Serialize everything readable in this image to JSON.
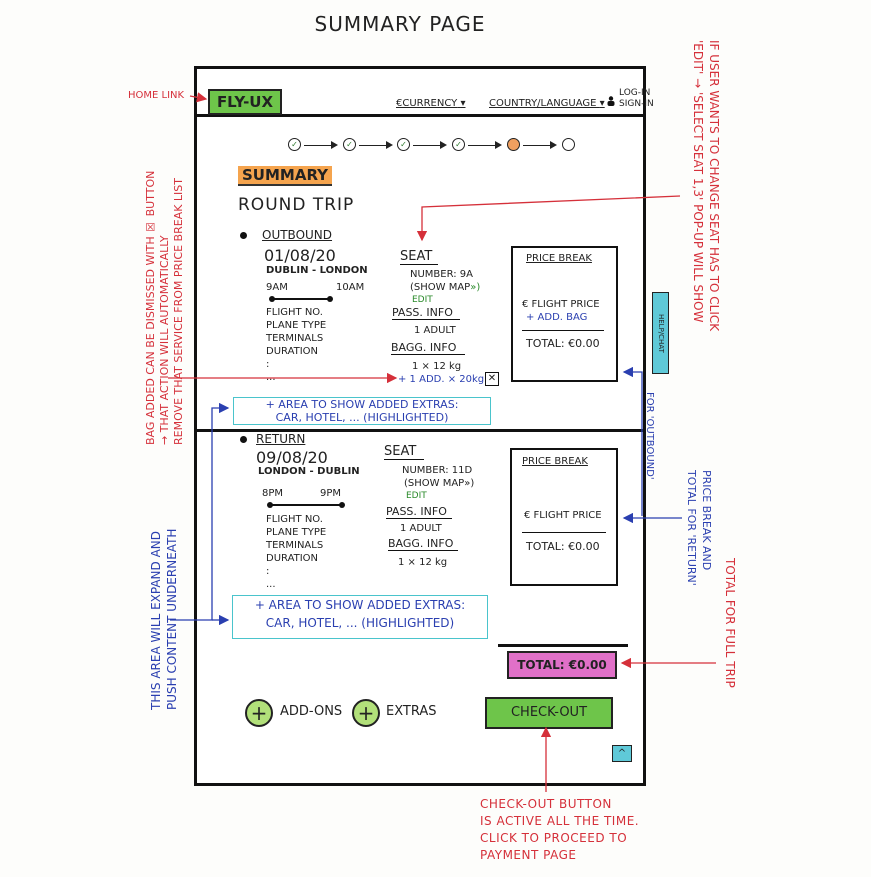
{
  "page_title": "SUMMARY PAGE",
  "header": {
    "logo": "FLY-UX",
    "currency": "€CURRENCY",
    "country": "COUNTRY/LANGUAGE",
    "login": "LOG-IN",
    "signin": "SIGN-IN"
  },
  "progress": {
    "completed_mark": "✓",
    "steps_total": 6,
    "current_step": 5
  },
  "summary": {
    "title": "SUMMARY",
    "trip_type": "ROUND TRIP"
  },
  "outbound": {
    "label": "OUTBOUND",
    "date": "01/08/20",
    "route": "DUBLIN - LONDON",
    "depart": "9AM",
    "arrive": "10AM",
    "details": [
      "FLIGHT NO.",
      "PLANE TYPE",
      "TERMINALS",
      "DURATION",
      ":",
      "..."
    ],
    "seat": {
      "label": "SEAT",
      "number": "NUMBER: 9A",
      "show_map": "(SHOW MAP",
      "show_map_arrows": "»)",
      "edit": "EDIT"
    },
    "pass_label": "PASS. INFO",
    "pass_value": "1 ADULT",
    "bagg_label": "BAGG. INFO",
    "bagg_value": "1 × 12 kg",
    "added_bag": "+ 1 ADD. × 20kg",
    "price": {
      "title": "PRICE BREAK",
      "flight": "€ FLIGHT PRICE",
      "add_bag": "+ ADD. BAG",
      "total": "TOTAL: €0.00"
    },
    "extras": {
      "line1": "+ AREA TO SHOW ADDED EXTRAS:",
      "line2": "CAR, HOTEL, ... (HIGHLIGHTED)"
    }
  },
  "return": {
    "label": "RETURN",
    "date": "09/08/20",
    "route": "LONDON - DUBLIN",
    "depart": "8PM",
    "arrive": "9PM",
    "details": [
      "FLIGHT NO.",
      "PLANE TYPE",
      "TERMINALS",
      "DURATION",
      ":",
      "..."
    ],
    "seat": {
      "label": "SEAT",
      "number": "NUMBER: 11D",
      "show_map": "(SHOW MAP",
      "show_map_arrows": "»)",
      "edit": "EDIT"
    },
    "pass_label": "PASS. INFO",
    "pass_value": "1 ADULT",
    "bagg_label": "BAGG. INFO",
    "bagg_value": "1 × 12 kg",
    "price": {
      "title": "PRICE BREAK",
      "flight": "€ FLIGHT PRICE",
      "total": "TOTAL: €0.00"
    },
    "extras": {
      "line1": "+ AREA TO SHOW ADDED EXTRAS:",
      "line2": "CAR, HOTEL, ... (HIGHLIGHTED)"
    }
  },
  "help_tab": "HELP/CHAT",
  "grand_total": "TOTAL: €0.00",
  "buttons": {
    "plus": "+",
    "addons": "ADD-ONS",
    "extras": "EXTRAS",
    "checkout": "CHECK-OUT",
    "up": "^"
  },
  "annotations": {
    "home_link": "HOME LINK",
    "bag_dismiss": [
      "BAG ADDED CAN BE DISMISSED WITH ☒ BUTTON",
      "→ THAT ACTION WILL AUTOMATICALLY",
      "REMOVE THAT SERVICE FROM PRICE BREAK LIST"
    ],
    "edit_seat": [
      "IF USER WANTS TO CHANGE SEAT HAS TO CLICK",
      "'EDIT' → 'SELECT SEAT 1,3' POP-UP WILL SHOW"
    ],
    "for_outbound": "FOR 'OUTBOUND'",
    "price_return": [
      "PRICE BREAK AND",
      "TOTAL FOR 'RETURN'"
    ],
    "total_full": "TOTAL FOR FULL TRIP",
    "expand_area": [
      "THIS AREA WILL EXPAND AND",
      "PUSH CONTENT UNDERNEATH"
    ],
    "checkout_note": [
      "CHECK-OUT BUTTON",
      "IS ACTIVE ALL THE TIME.",
      "CLICK TO PROCEED TO",
      "PAYMENT PAGE"
    ]
  },
  "colors": {
    "logo": "#6ec54a",
    "accent_red": "#d5303a",
    "accent_blue": "#2a3fb0",
    "summary": "#f5a44e",
    "total": "#e070c8",
    "help": "#5fc9d8"
  }
}
